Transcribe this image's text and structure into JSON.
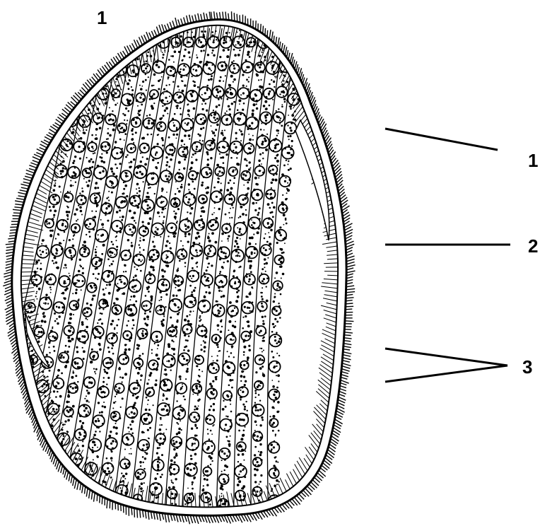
{
  "figure": {
    "top_label": "1",
    "callouts": [
      {
        "number": "1"
      },
      {
        "number": "2"
      },
      {
        "number": "3"
      }
    ]
  },
  "colors": {
    "ink": "#000000",
    "background": "#ffffff"
  }
}
